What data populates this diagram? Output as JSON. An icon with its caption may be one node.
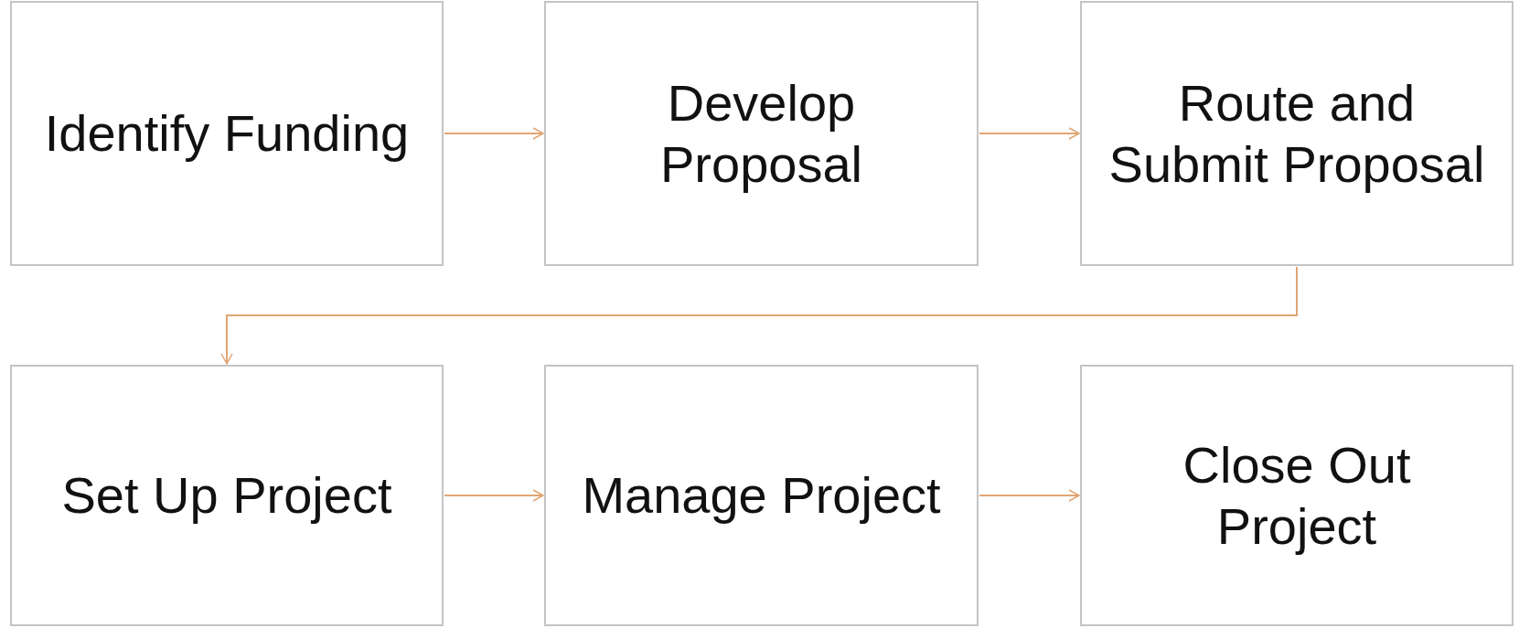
{
  "diagram": {
    "nodes": [
      {
        "text": [
          "Identify Funding"
        ]
      },
      {
        "text": [
          "Develop Proposal"
        ]
      },
      {
        "text": [
          "Route and Submit Proposal"
        ]
      },
      {
        "text": [
          "Set Up Project"
        ]
      },
      {
        "text": [
          "Manage Project"
        ]
      },
      {
        "text": [
          "Close Out Project"
        ]
      }
    ],
    "edges": [
      {
        "from": 0,
        "to": 1,
        "arrow": "to"
      },
      {
        "from": 1,
        "to": 2,
        "arrow": "to"
      },
      {
        "from": 2,
        "to": 3,
        "arrow": "to"
      },
      {
        "from": 3,
        "to": 4,
        "arrow": "to"
      },
      {
        "from": 4,
        "to": 5,
        "arrow": "to"
      }
    ]
  }
}
